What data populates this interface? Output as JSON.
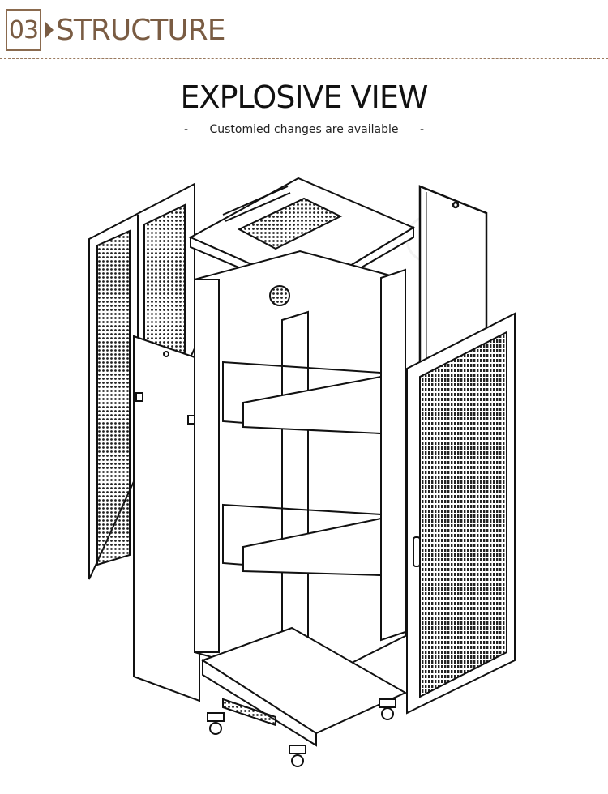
{
  "header": {
    "section_number": "03",
    "section_title": "STRUCTURE"
  },
  "main": {
    "title": "EXPLOSIVE VIEW",
    "subtitle": "Customied changes are available",
    "dash_left": "-",
    "dash_right": "-"
  },
  "diagram": {
    "icons": [
      "side-panel-perforated",
      "top-cover-vented",
      "cabinet-frame",
      "shelf",
      "front-door-perforated",
      "rear-door-mesh",
      "caster-wheel",
      "watermark-logo"
    ]
  },
  "colors": {
    "accent": "#7a5c43",
    "line": "#111111"
  }
}
